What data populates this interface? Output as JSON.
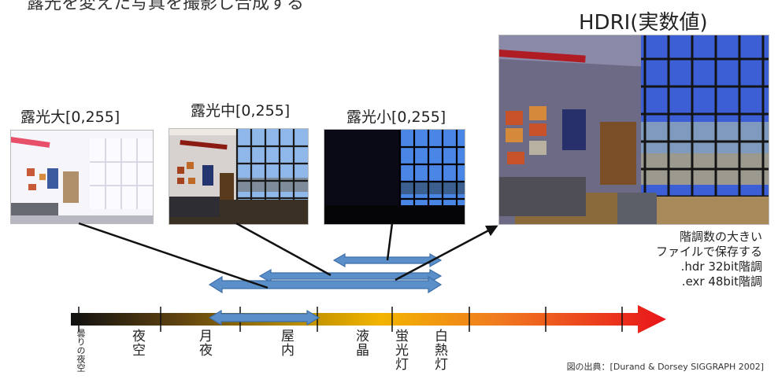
{
  "heading": "露光を変えた写真を撮影し合成する",
  "hdri": {
    "title": "HDRI(実数値)",
    "notes": [
      "階調数の大きい",
      "ファイルで保存する",
      ".hdr 32bit階調",
      ".exr 48bit階調"
    ]
  },
  "exposures": [
    {
      "label": "露光大[0,255]"
    },
    {
      "label": "露光中[0,255]"
    },
    {
      "label": "露光小[0,255]"
    }
  ],
  "scale_labels": [
    "曇りの夜空",
    "夜空",
    "月夜",
    "屋内",
    "液晶",
    "蛍光灯",
    "白熱灯"
  ],
  "credit": "図の出典：[Durand & Dorsey SIGGRAPH 2002]",
  "colors": {
    "arrow_fill": "#5b8fca",
    "arrow_stroke": "#3d6fa8",
    "gradient": [
      "#111111",
      "#6a4a10",
      "#c79a00",
      "#f0b400",
      "#f07a20",
      "#e8141a"
    ]
  }
}
